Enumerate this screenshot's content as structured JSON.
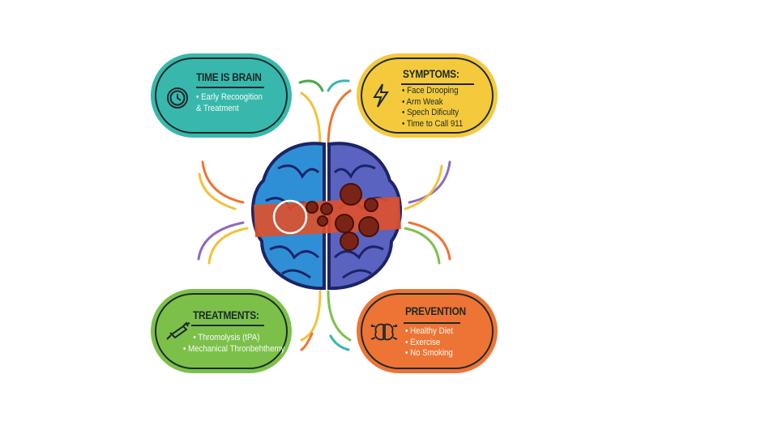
{
  "panels": {
    "time": {
      "title": "TIME IS BRAIN",
      "items": [
        "• Early Recoogition",
        "& Treatment"
      ],
      "icon": "clock-icon",
      "color": "#38b8ad"
    },
    "symptoms": {
      "title": "SYMPTOMS:",
      "items": [
        "• Face Drooping",
        "• Arm Weak",
        "• Spech Dificulty",
        "• Time to Call 911"
      ],
      "icon": "lightning-icon",
      "color": "#f4c93c"
    },
    "treatments": {
      "title": "TREATMENTS:",
      "items": [
        "• Thromolysis (tPA)",
        "• Mechanical Thronbehthemy"
      ],
      "icon": "syringe-icon",
      "color": "#7cc04a"
    },
    "prevention": {
      "title": "PREVENTION",
      "items": [
        "• Healthy Diet",
        "• Exercise",
        "• No Smoking"
      ],
      "icon": "brain-arrows-icon",
      "color": "#ee7435"
    }
  },
  "center": {
    "icon": "brain-clot-icon",
    "left_color": "#2f8fd6",
    "right_color": "#5a63c0",
    "clot_color": "#7a2418"
  }
}
